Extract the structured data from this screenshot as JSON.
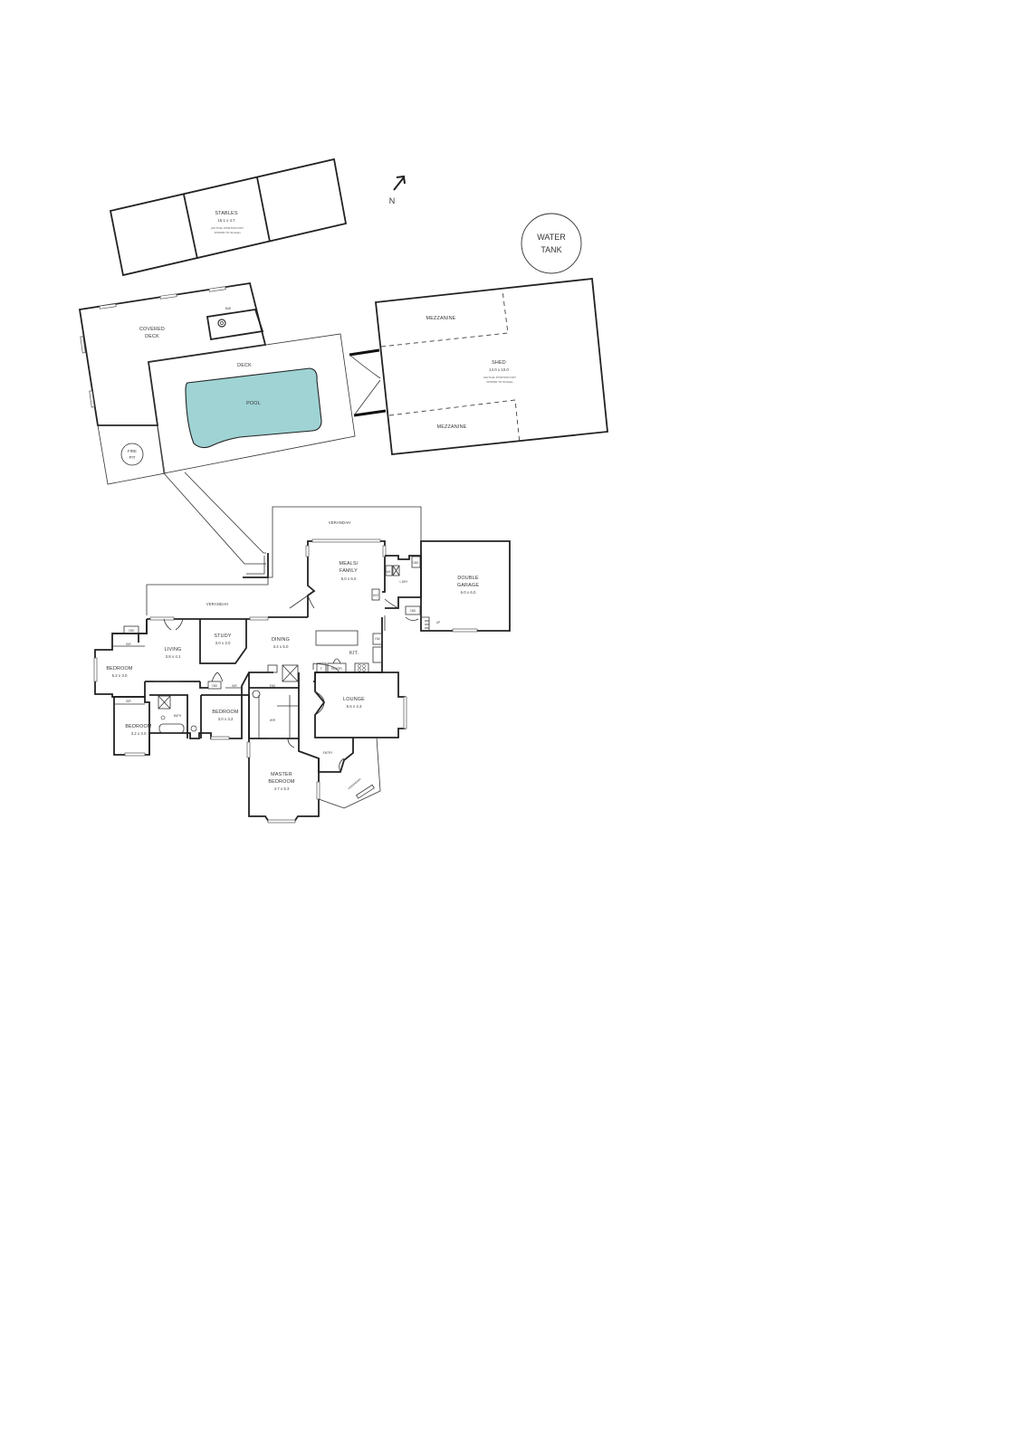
{
  "compass": {
    "label": "N"
  },
  "water_tank": {
    "line1": "WATER",
    "line2": "TANK"
  },
  "stables": {
    "name": "STABLES",
    "dims": "15.1 x 4.7",
    "note1": "(ACTUAL POSITION NOT",
    "note2": "SHOWN TO SCALE)"
  },
  "covered_deck": {
    "line1": "COVERED",
    "line2": "DECK",
    "bar": "BAR"
  },
  "deck": {
    "name": "DECK"
  },
  "pool": {
    "name": "POOL",
    "color": "#9fd3d4"
  },
  "fire_pit": {
    "line1": "FIRE",
    "line2": "PIT"
  },
  "shed": {
    "name": "SHED",
    "dims": "14.0 x 10.0",
    "note1": "(ACTUAL POSITION NOT",
    "note2": "SHOWN TO SCALE)",
    "mezzanine_top": "MEZZANINE",
    "mezzanine_bottom": "MEZZANINE"
  },
  "verandah_north": "VERANDAH",
  "verandah_west": "VERANDAH",
  "verandah_entry": "VERANDAH",
  "meals_family": {
    "line1": "MEALS/",
    "line2": "FAMILY",
    "dims": "5.0 x 6.0"
  },
  "wi": "W/I",
  "ldry": "L'DRY",
  "cbd_ldry": "CBD",
  "cbd_garage": "CBD",
  "dw": "DW",
  "wo": "W/O",
  "double_garage": {
    "line1": "DOUBLE",
    "line2": "GARAGE",
    "dims": "6.0 x 6.0"
  },
  "up": "UP",
  "study": {
    "name": "STUDY",
    "dims": "3.0 x 3.0"
  },
  "dining": {
    "name": "DINING",
    "dims": "3.4 x 5.0"
  },
  "living": {
    "name": "LIVING",
    "dims": "3.8 x 4.1"
  },
  "kitchen": {
    "name": "KIT.",
    "pantry": "PANTRY",
    "f": "F"
  },
  "lounge": {
    "name": "LOUNGE",
    "dims": "5.5 x 4.3"
  },
  "bedroom1": {
    "name": "BEDROOM",
    "dims": "5.2 x 3.0",
    "cbd": "CBD",
    "bir": "B/R"
  },
  "bedroom2": {
    "name": "BEDROOM",
    "dims": "3.2 x 3.0",
    "bir": "B/R"
  },
  "bedroom3": {
    "name": "BEDROOM",
    "dims": "3.0 x 3.2",
    "cbd": "CBD",
    "bir": "B/R"
  },
  "bath": "BATH",
  "ens": "ENS",
  "wir": "W/R",
  "entry": "ENTRY",
  "master_bedroom": {
    "line1": "MASTER",
    "line2": "BEDROOM",
    "dims": "4.7 x 5.3"
  }
}
